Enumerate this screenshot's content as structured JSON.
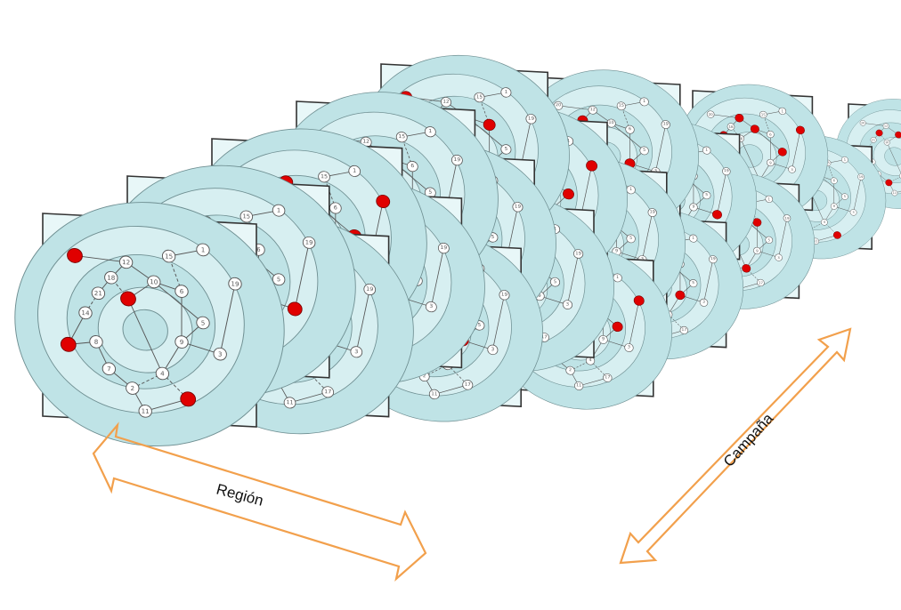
{
  "axes": {
    "region_label": "Región",
    "campaign_label": "Campaña"
  },
  "colors": {
    "panel_bg": "#e8f7f8",
    "ring_fill": "#bfe3e6",
    "ring_stroke": "#6f8f92",
    "highlight_node": "#e00000",
    "arrow": "#f2a04c"
  },
  "grid": {
    "columns": 4,
    "rows": 5
  },
  "network": {
    "node_labels": [
      "20",
      "12",
      "18",
      "21",
      "14",
      "16",
      "10",
      "6",
      "13",
      "8",
      "7",
      "2",
      "4",
      "9",
      "5",
      "3",
      "17",
      "11",
      "19",
      "15",
      "1"
    ],
    "highlight_pattern": [
      [
        0,
        4,
        7,
        9,
        12
      ],
      [
        2,
        5,
        10,
        13
      ],
      [
        1,
        3,
        6,
        14,
        18
      ],
      [
        2,
        6,
        11,
        15
      ],
      [
        0,
        5,
        8,
        16
      ]
    ]
  }
}
